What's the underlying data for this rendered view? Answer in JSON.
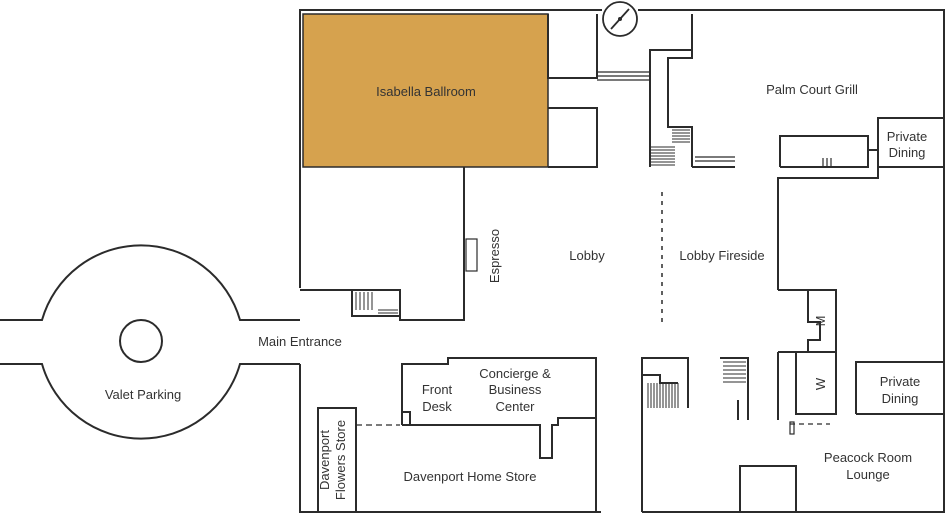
{
  "colors": {
    "highlight": "#D6A24E",
    "wall": "#2b2b2b",
    "text": "#333333",
    "background": "#ffffff"
  },
  "icons": {
    "north": "compass-icon"
  },
  "rooms": {
    "isabella_ballroom": "Isabella Ballroom",
    "palm_court_grill": "Palm Court Grill",
    "private_dining_top_1": "Private",
    "private_dining_top_2": "Dining",
    "espresso": "Espresso",
    "lobby": "Lobby",
    "lobby_fireside": "Lobby Fireside",
    "main_entrance": "Main Entrance",
    "valet_parking": "Valet Parking",
    "front_desk_1": "Front",
    "front_desk_2": "Desk",
    "concierge_1": "Concierge &",
    "concierge_2": "Business",
    "concierge_3": "Center",
    "mens_restroom": "M",
    "womens_restroom": "W",
    "private_dining_bottom_1": "Private",
    "private_dining_bottom_2": "Dining",
    "flowers_store_1": "Davenport",
    "flowers_store_2": "Flowers Store",
    "home_store": "Davenport Home Store",
    "peacock_1": "Peacock Room",
    "peacock_2": "Lounge"
  }
}
